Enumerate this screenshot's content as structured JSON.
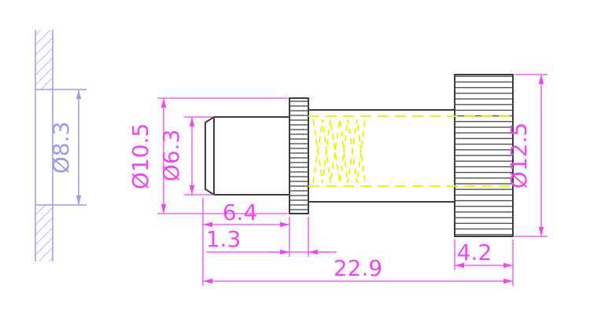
{
  "page": {
    "background": "#ffffff"
  },
  "colors": {
    "outline": "#3d3d3d",
    "dim": "#f046f0",
    "thread": "#efef00",
    "section": "#9b9be8"
  },
  "panel_view": {
    "hole_diameter": "Ø8.3"
  },
  "part_view": {
    "tip_diameter": "Ø6.3",
    "collar_diameter": "Ø10.5",
    "head_diameter": "Ø12.5",
    "tip_length": "6.4",
    "collar_thickness": "1.3",
    "head_length": "4.2",
    "overall_length": "22.9"
  }
}
